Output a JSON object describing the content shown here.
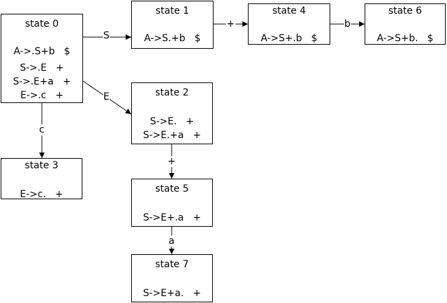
{
  "diagram": {
    "line_color": "#000000",
    "background": "#ffffff",
    "states": [
      {
        "id": "s0",
        "title": "state 0",
        "items": [
          "A->.S+b   $",
          "S->.E   +",
          "S->.E+a   +",
          "E->.c   +"
        ]
      },
      {
        "id": "s1",
        "title": "state 1",
        "items": [
          "A->S.+b   $"
        ]
      },
      {
        "id": "s4",
        "title": "state 4",
        "items": [
          "A->S+.b   $"
        ]
      },
      {
        "id": "s6",
        "title": "state 6",
        "items": [
          "A->S+b.   $"
        ]
      },
      {
        "id": "s2",
        "title": "state 2",
        "items": [
          "S->E.   +",
          "S->E.+a   +"
        ]
      },
      {
        "id": "s3",
        "title": "state 3",
        "items": [
          "E->c.   +"
        ]
      },
      {
        "id": "s5",
        "title": "state 5",
        "items": [
          "S->E+.a   +"
        ]
      },
      {
        "id": "s7",
        "title": "state 7",
        "items": [
          "S->E+a.   +"
        ]
      }
    ],
    "transitions": [
      {
        "from": "s0",
        "to": "s1",
        "symbol": "S"
      },
      {
        "from": "s1",
        "to": "s4",
        "symbol": "+"
      },
      {
        "from": "s4",
        "to": "s6",
        "symbol": "b"
      },
      {
        "from": "s0",
        "to": "s2",
        "symbol": "E"
      },
      {
        "from": "s0",
        "to": "s3",
        "symbol": "c"
      },
      {
        "from": "s2",
        "to": "s5",
        "symbol": "+"
      },
      {
        "from": "s5",
        "to": "s7",
        "symbol": "a"
      }
    ]
  }
}
